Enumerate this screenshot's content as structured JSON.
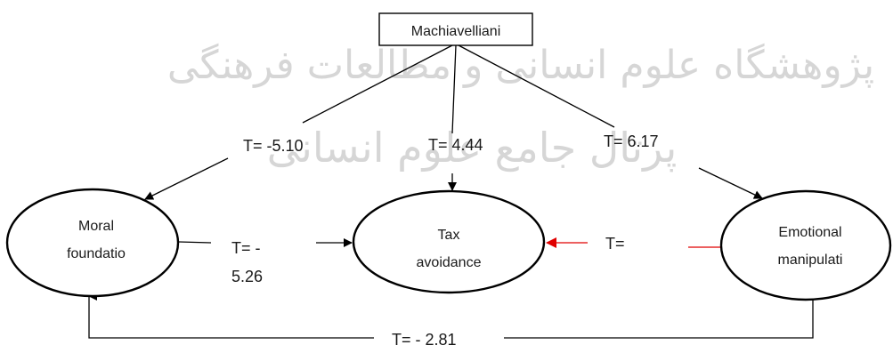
{
  "nodes": {
    "machiavellianism": "Machiavelliani",
    "moral": [
      "Moral",
      "foundatio"
    ],
    "tax": [
      "Tax",
      "avoidance"
    ],
    "emotional": [
      "Emotional",
      "manipulati"
    ]
  },
  "paths": {
    "mach_to_moral": "T= -5.10",
    "mach_to_tax": "T= 4.44",
    "mach_to_emotional": "T= 6.17",
    "moral_to_tax": [
      "T= -",
      "5.26"
    ],
    "emotional_to_tax": "T=",
    "emotional_to_moral": "T= - 2.81"
  },
  "watermark": [
    "پژوهشگاه علوم انسانی و مطالعات فرهنگی",
    "پرتال جامع علوم انسانی"
  ],
  "colors": {
    "line": "#000000",
    "highlight_line": "#e00000"
  }
}
